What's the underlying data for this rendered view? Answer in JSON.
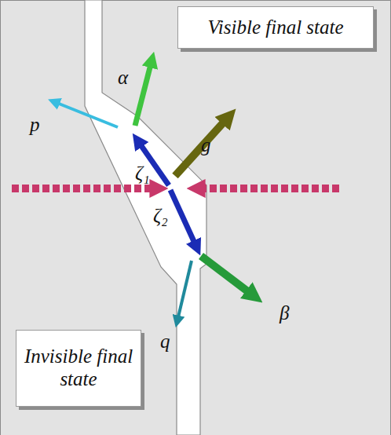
{
  "diagram": {
    "nodes": [
      {
        "text": [
          "Visible final state"
        ]
      },
      {
        "text": [
          "Invisible final state"
        ]
      }
    ],
    "labels": [
      "α",
      "p",
      "g",
      "ζ₁",
      "ζ₂",
      "q",
      "β"
    ]
  }
}
